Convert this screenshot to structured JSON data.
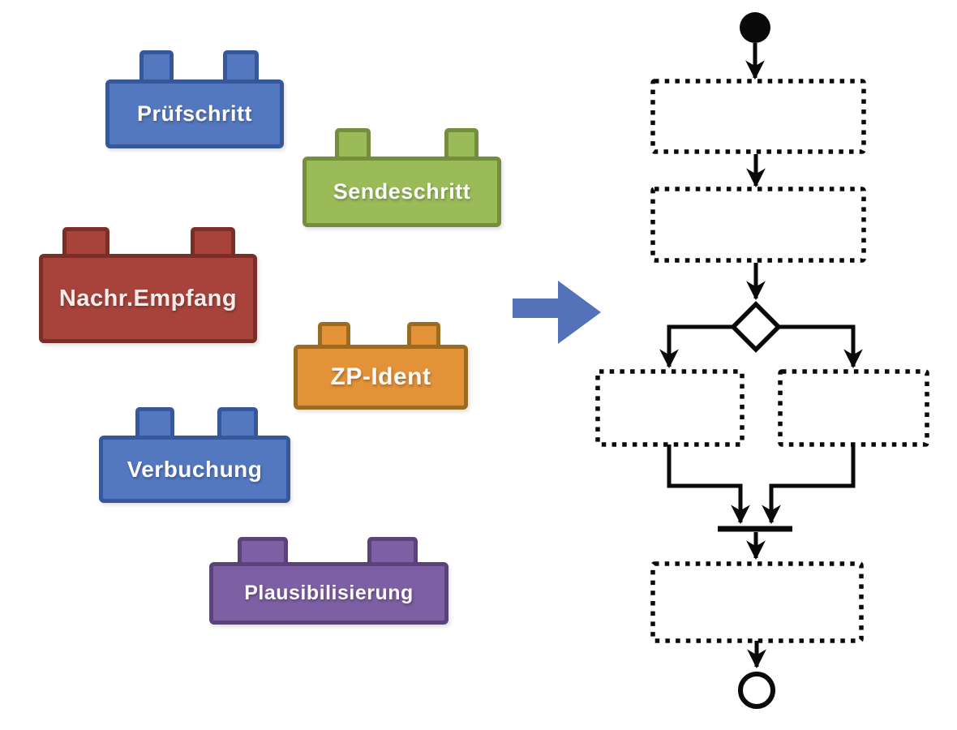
{
  "background": "#ffffff",
  "bricks": [
    {
      "name": "pruefschritt",
      "label": "Prüfschritt",
      "fill": "#5478BF",
      "border": "#36589B",
      "text_color": "#FDFBFA"
    },
    {
      "name": "sendeschritt",
      "label": "Sendeschritt",
      "fill": "#9BBB59",
      "border": "#758E3E",
      "text_color": "#FDFBFA"
    },
    {
      "name": "nachr-empfang",
      "label": "Nachr.Empfang",
      "fill": "#A7433B",
      "border": "#7A2E28",
      "text_color": "#F7ECEA"
    },
    {
      "name": "zp-ident",
      "label": "ZP-Ident",
      "fill": "#E39238",
      "border": "#9C6B22",
      "text_color": "#FDFBFA"
    },
    {
      "name": "verbuchung",
      "label": "Verbuchung",
      "fill": "#5478BF",
      "border": "#36589B",
      "text_color": "#FDFBFA"
    },
    {
      "name": "plausibilisierung",
      "label": "Plausibilisierung",
      "fill": "#7D5FA3",
      "border": "#5B4379",
      "text_color": "#FDFBFA"
    }
  ],
  "transform_arrow": {
    "color": "#5472B9"
  },
  "flow": {
    "ink": "#0A0A0A",
    "node_fill": "#FFFFFF"
  }
}
